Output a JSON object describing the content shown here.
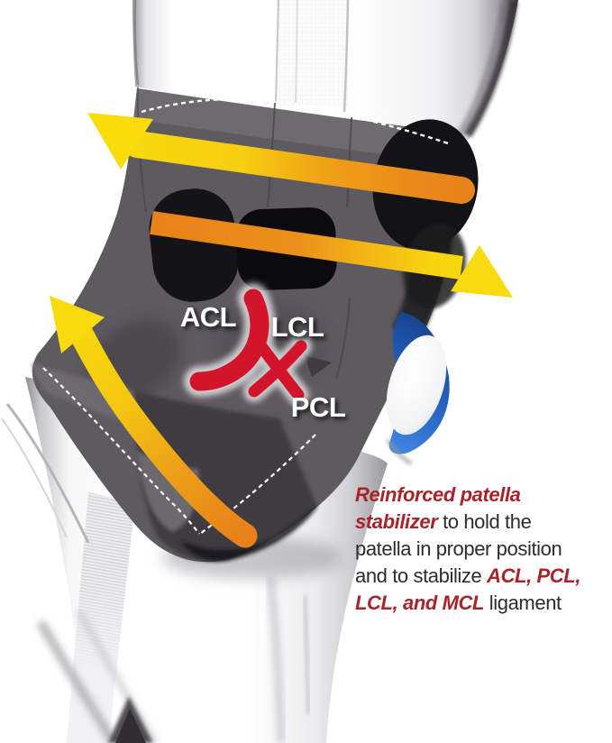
{
  "labels": {
    "acl": "ACL",
    "lcl": "LCL",
    "pcl": "PCL"
  },
  "caption": {
    "lines": [
      {
        "red": "Reinforced patella",
        "dark": ""
      },
      {
        "red": "stabilizer",
        "dark": " to hold the"
      },
      {
        "red": "",
        "dark": "patella in proper position"
      },
      {
        "dark": "and to stabilize ",
        "red": "ACL, PCL,"
      },
      {
        "red": "LCL, and MCL",
        "dark": " ligament"
      }
    ]
  },
  "colors": {
    "accent": "#a8232a",
    "ink": "#2e2b29",
    "ligament_red": "#d3152b",
    "label_white": "#ffffff",
    "strap_yellow": "#f8da0e",
    "strap_orange": "#e8821a",
    "stabilizer_blue": "#2e6fd0",
    "stabilizer_navy": "#1a3f80",
    "brace_gray": "#5d5a60"
  }
}
